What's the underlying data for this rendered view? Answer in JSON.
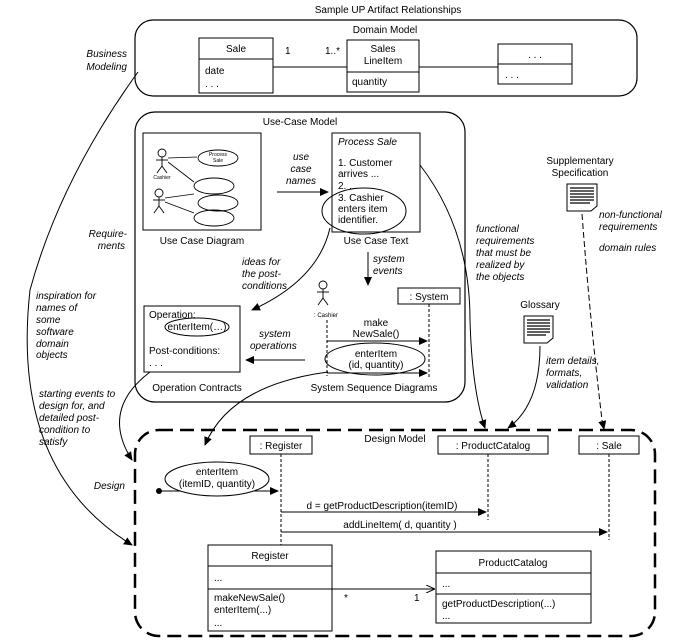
{
  "title": "Sample UP Artifact Relationships",
  "disciplines": {
    "business_modeling": [
      "Business",
      "Modeling"
    ],
    "requirements": [
      "Require-",
      "ments"
    ],
    "design": "Design"
  },
  "domain_model": {
    "title": "Domain Model",
    "sale": {
      "name": "Sale",
      "attributes": [
        "date",
        ". . ."
      ]
    },
    "sales_line_item": {
      "name": [
        "Sales",
        "LineItem"
      ],
      "attributes": [
        "quantity"
      ]
    },
    "ellipsis_class": {
      "name": ". . .",
      "attributes": [
        ". . ."
      ]
    },
    "multiplicity_left": "1",
    "multiplicity_right": "1..*"
  },
  "use_case_model": {
    "title": "Use-Case Model",
    "use_case_diagram_label": "Use Case Diagram",
    "actor_label": "Cashier",
    "use_case_label": [
      "Process",
      "Sale"
    ],
    "use_case_names_note": [
      "use",
      "case",
      "names"
    ],
    "use_case_text": {
      "title": "Process Sale",
      "steps": [
        "1. Customer",
        "arrives ...",
        "2. ...",
        "3. Cashier",
        "enters item",
        "identifier."
      ],
      "label": "Use Case Text"
    },
    "ideas_note": [
      "ideas for",
      "the post-",
      "conditions"
    ],
    "system_events_note": [
      "system",
      "events"
    ],
    "operation_contract": {
      "operation_label": "Operation:",
      "operation_name": "enterItem(…)",
      "postconditions_label": "Post-conditions:",
      "ellipsis": ". . .",
      "caption": "Operation Contracts"
    },
    "system_operations_note": [
      "system",
      "operations"
    ],
    "ssd": {
      "actor": ": Cashier",
      "system": ": System",
      "msg1": [
        "make",
        "NewSale()"
      ],
      "msg2": [
        "enterItem",
        "(id, quantity)"
      ],
      "caption": "System Sequence Diagrams"
    }
  },
  "supplementary": {
    "title": [
      "Supplementary",
      "Specification"
    ],
    "notes": [
      "non-functional",
      "requirements",
      "domain rules"
    ]
  },
  "functional_note": [
    "functional",
    "requirements",
    "that must be",
    "realized by",
    "the objects"
  ],
  "glossary": {
    "title": "Glossary",
    "notes": [
      "item details,",
      "formats,",
      "validation"
    ]
  },
  "inspiration_note": [
    "inspiration for",
    "names of",
    "some",
    "software",
    "domain",
    "objects"
  ],
  "starting_events_note": [
    "starting events to",
    "design for, and",
    "detailed post-",
    "condition to",
    "satisfy"
  ],
  "design_model": {
    "title": "Design Model",
    "lifelines": [
      ": Register",
      ": ProductCatalog",
      ": Sale"
    ],
    "found_message": [
      "enterItem",
      "(itemID, quantity)"
    ],
    "msg_get": "d = getProductDescription(itemID)",
    "msg_add": "addLineItem( d, quantity )",
    "register_class": {
      "name": "Register",
      "attributes": [
        "..."
      ],
      "operations": [
        "makeNewSale()",
        "enterItem(...)",
        "..."
      ]
    },
    "product_catalog_class": {
      "name": "ProductCatalog",
      "attributes": [
        "..."
      ],
      "operations": [
        "getProductDescription(...)",
        "..."
      ]
    },
    "multiplicity_left": "*",
    "multiplicity_right": "1"
  }
}
